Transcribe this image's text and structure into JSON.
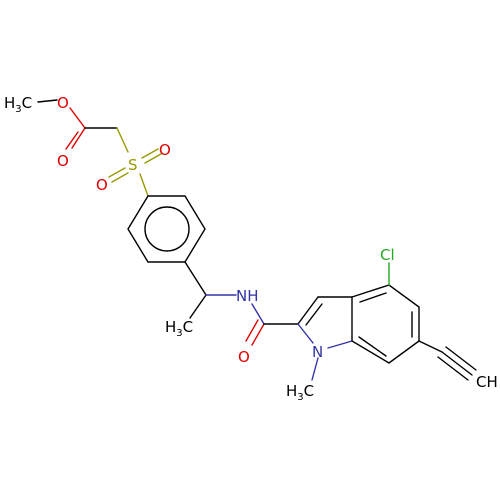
{
  "molecule": {
    "atoms": {
      "ester_methyl": {
        "main": "H",
        "sub": "3",
        "tail": "C"
      },
      "ester_oxygen": "O",
      "carbonyl_oxygen_ester": "O",
      "sulfur": "S",
      "sulfonyl_oxygen_right": "O",
      "sulfonyl_oxygen_left": "O",
      "amide_nitrogen": "NH",
      "amide_oxygen": "O",
      "ethyl_methyl": {
        "main": "H",
        "sub": "3",
        "tail": "C"
      },
      "chlorine": "Cl",
      "indole_nitrogen": "N",
      "n_methyl": {
        "main": "H",
        "sub": "3",
        "tail": "C"
      },
      "alkyne_terminal": "CH"
    },
    "colors": {
      "carbon": "#000000",
      "oxygen": "#e00000",
      "nitrogen": "#3333aa",
      "sulfur": "#999900",
      "chlorine": "#22aa22"
    }
  }
}
